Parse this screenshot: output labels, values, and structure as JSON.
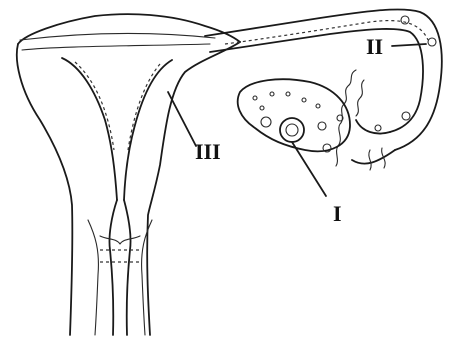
{
  "labels": {
    "one": "I",
    "two": "II",
    "three": "III"
  },
  "colors": {
    "ink": "#1a1a1a",
    "background": "#ffffff"
  }
}
